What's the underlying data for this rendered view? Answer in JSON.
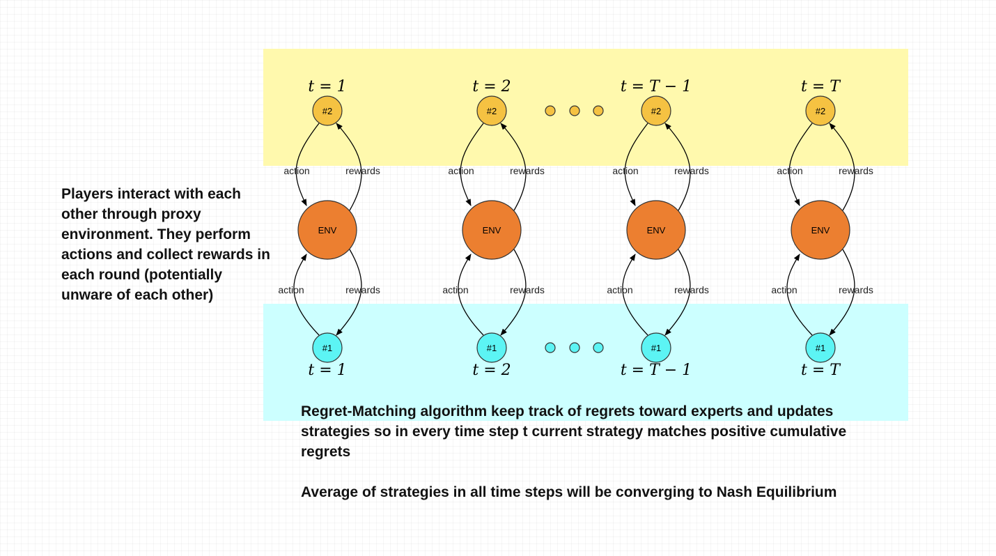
{
  "timesteps": [
    {
      "top_label": "t = 1",
      "bottom_label": "t = 1"
    },
    {
      "top_label": "t = 2",
      "bottom_label": "t = 2"
    },
    {
      "top_label": "t = T − 1",
      "bottom_label": "t = T − 1"
    },
    {
      "top_label": "t = T",
      "bottom_label": "t = T"
    }
  ],
  "nodes": {
    "player2": "#2",
    "player1": "#1",
    "env": "ENV"
  },
  "edge_labels": {
    "action": "action",
    "rewards": "rewards"
  },
  "colors": {
    "top_band": "#fff9ad",
    "bottom_band": "#ccffff",
    "player2_fill": "#f5c242",
    "player1_fill": "#5cf4f4",
    "env_fill": "#ec7f30"
  },
  "left_text": "Players interact with each other through proxy environment. They perform actions  and collect rewards in each round  (potentially unware of each other)",
  "bottom_text_1": "Regret-Matching algorithm keep track of regrets toward experts  and updates strategies so in every time step t current strategy matches positive cumulative regrets",
  "bottom_text_2": "Average of strategies in all time steps will be converging to Nash Equilibrium"
}
